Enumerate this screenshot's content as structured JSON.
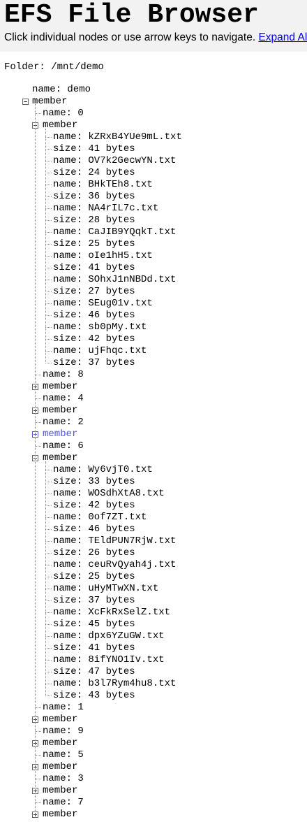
{
  "header": {
    "title": "EFS File Browser",
    "instructions": "Click individual nodes or use arrow keys to navigate.",
    "expand_all": "Expand All"
  },
  "folder_label": "Folder: /mnt/demo",
  "tree": {
    "root_name": "name: demo",
    "member_label": "member",
    "focused_child_index": 3,
    "children": [
      {
        "name": "name: 0",
        "expanded": true,
        "files": [
          {
            "name": "name: kZRxB4YUe9mL.txt",
            "size": "size: 41 bytes"
          },
          {
            "name": "name: OV7k2GecwYN.txt",
            "size": "size: 24 bytes"
          },
          {
            "name": "name: BHkTEh8.txt",
            "size": "size: 36 bytes"
          },
          {
            "name": "name: NA4rIL7c.txt",
            "size": "size: 28 bytes"
          },
          {
            "name": "name: CaJIB9YQqkT.txt",
            "size": "size: 25 bytes"
          },
          {
            "name": "name: oIe1hH5.txt",
            "size": "size: 41 bytes"
          },
          {
            "name": "name: SOhxJ1nNBDd.txt",
            "size": "size: 27 bytes"
          },
          {
            "name": "name: SEug01v.txt",
            "size": "size: 46 bytes"
          },
          {
            "name": "name: sb0pMy.txt",
            "size": "size: 42 bytes"
          },
          {
            "name": "name: ujFhqc.txt",
            "size": "size: 37 bytes"
          }
        ]
      },
      {
        "name": "name: 8",
        "expanded": false,
        "files": []
      },
      {
        "name": "name: 4",
        "expanded": false,
        "files": []
      },
      {
        "name": "name: 2",
        "expanded": false,
        "files": []
      },
      {
        "name": "name: 6",
        "expanded": true,
        "files": [
          {
            "name": "name: Wy6vjT0.txt",
            "size": "size: 33 bytes"
          },
          {
            "name": "name: WOSdhXtA8.txt",
            "size": "size: 42 bytes"
          },
          {
            "name": "name: 0of7ZT.txt",
            "size": "size: 46 bytes"
          },
          {
            "name": "name: TEldPUN7RjW.txt",
            "size": "size: 26 bytes"
          },
          {
            "name": "name: ceuRvQyah4j.txt",
            "size": "size: 25 bytes"
          },
          {
            "name": "name: uHyMTwXN.txt",
            "size": "size: 37 bytes"
          },
          {
            "name": "name: XcFkRxSelZ.txt",
            "size": "size: 45 bytes"
          },
          {
            "name": "name: dpx6YZuGW.txt",
            "size": "size: 41 bytes"
          },
          {
            "name": "name: 8ifYNO1Iv.txt",
            "size": "size: 47 bytes"
          },
          {
            "name": "name: b3l7Rym4hu8.txt",
            "size": "size: 43 bytes"
          }
        ]
      },
      {
        "name": "name: 1",
        "expanded": false,
        "files": []
      },
      {
        "name": "name: 9",
        "expanded": false,
        "files": []
      },
      {
        "name": "name: 5",
        "expanded": false,
        "files": []
      },
      {
        "name": "name: 3",
        "expanded": false,
        "files": []
      },
      {
        "name": "name: 7",
        "expanded": false,
        "files": []
      }
    ]
  }
}
